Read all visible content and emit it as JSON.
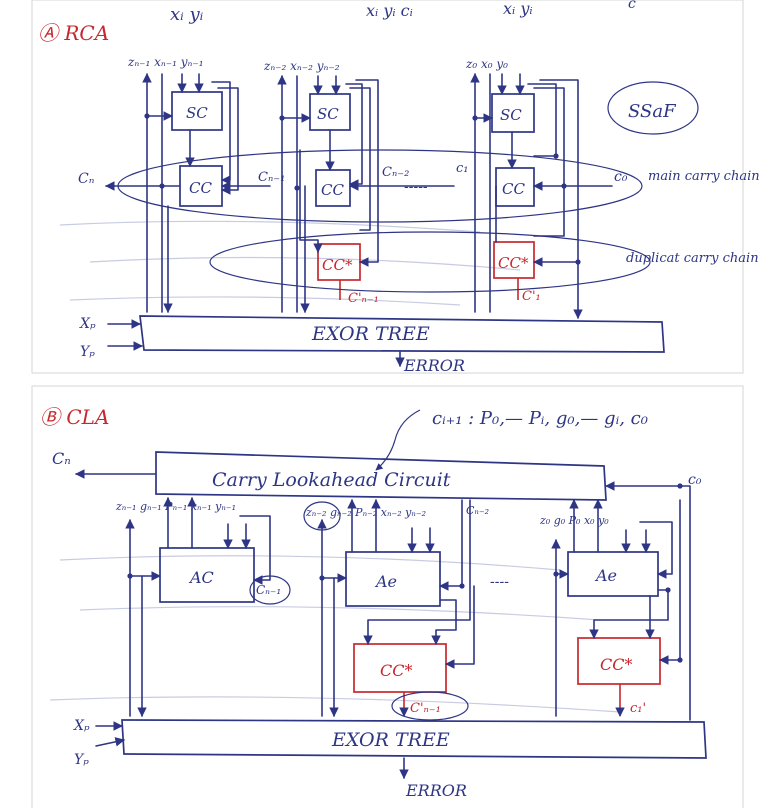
{
  "top_panel": {
    "header_left": "xᵢ yᵢ",
    "header_mid_1": "xᵢ yᵢ cᵢ",
    "header_mid_2": "xᵢ yᵢ",
    "header_right": "c",
    "label": "Ⓐ RCA",
    "sc_label": "SC",
    "cc_label": "CC",
    "cc_star_label": "CC*",
    "bit_n1_inputs": "zₙ₋₁ xₙ₋₁ yₙ₋₁",
    "bit_n2_inputs": "zₙ₋₂ xₙ₋₂ yₙ₋₂",
    "bit_0_inputs": "z₀ x₀ y₀",
    "cn": "Cₙ",
    "cn1": "Cₙ₋₁",
    "cn2": "Cₙ₋₂",
    "c1": "c₁",
    "c0": "c₀",
    "ellipsis": "-----",
    "c_n1_prime": "C'ₙ₋₁",
    "c1_prime": "C'₁",
    "xp": "Xₚ",
    "yp": "Yₚ",
    "exor_tree": "EXOR TREE",
    "error": "ERROR",
    "ssaf": "SSaF",
    "note_main": "main carry chain",
    "note_dup": "duplicat carry chain"
  },
  "bottom_panel": {
    "label": "Ⓑ CLA",
    "formula": "cᵢ₊₁ : P₀,— Pᵢ, g₀,— gᵢ, c₀",
    "cn": "Cₙ",
    "c0": "c₀",
    "cla_label": "Carry Lookahead Circuit",
    "ac_label": "AC",
    "ac_label2": "Ae",
    "ac_label3": "Ae",
    "cc_star_label": "CC*",
    "bit_n1_inputs": "zₙ₋₁ gₙ₋₁ Pₙ₋₁ xₙ₋₁ yₙ₋₁",
    "cn1": "Cₙ₋₁",
    "bit_n2_inputs": "zₙ₋₂ gₙ₋₂ Pₙ₋₂ xₙ₋₂ yₙ₋₂",
    "cn2": "Cₙ₋₂",
    "bit_0_inputs": "z₀ g₀ P₀ x₀ y₀",
    "ellipsis": "----",
    "c_n1_prime": "C'ₙ₋₁",
    "c1_prime": "c₁'",
    "xp": "Xₚ",
    "yp": "Yₚ",
    "exor_tree": "EXOR TREE",
    "error": "ERROR"
  },
  "colors": {
    "ink": "#2e3585",
    "red": "#c5282e",
    "paper": "#ffffff",
    "border": "#d6d6d6"
  }
}
